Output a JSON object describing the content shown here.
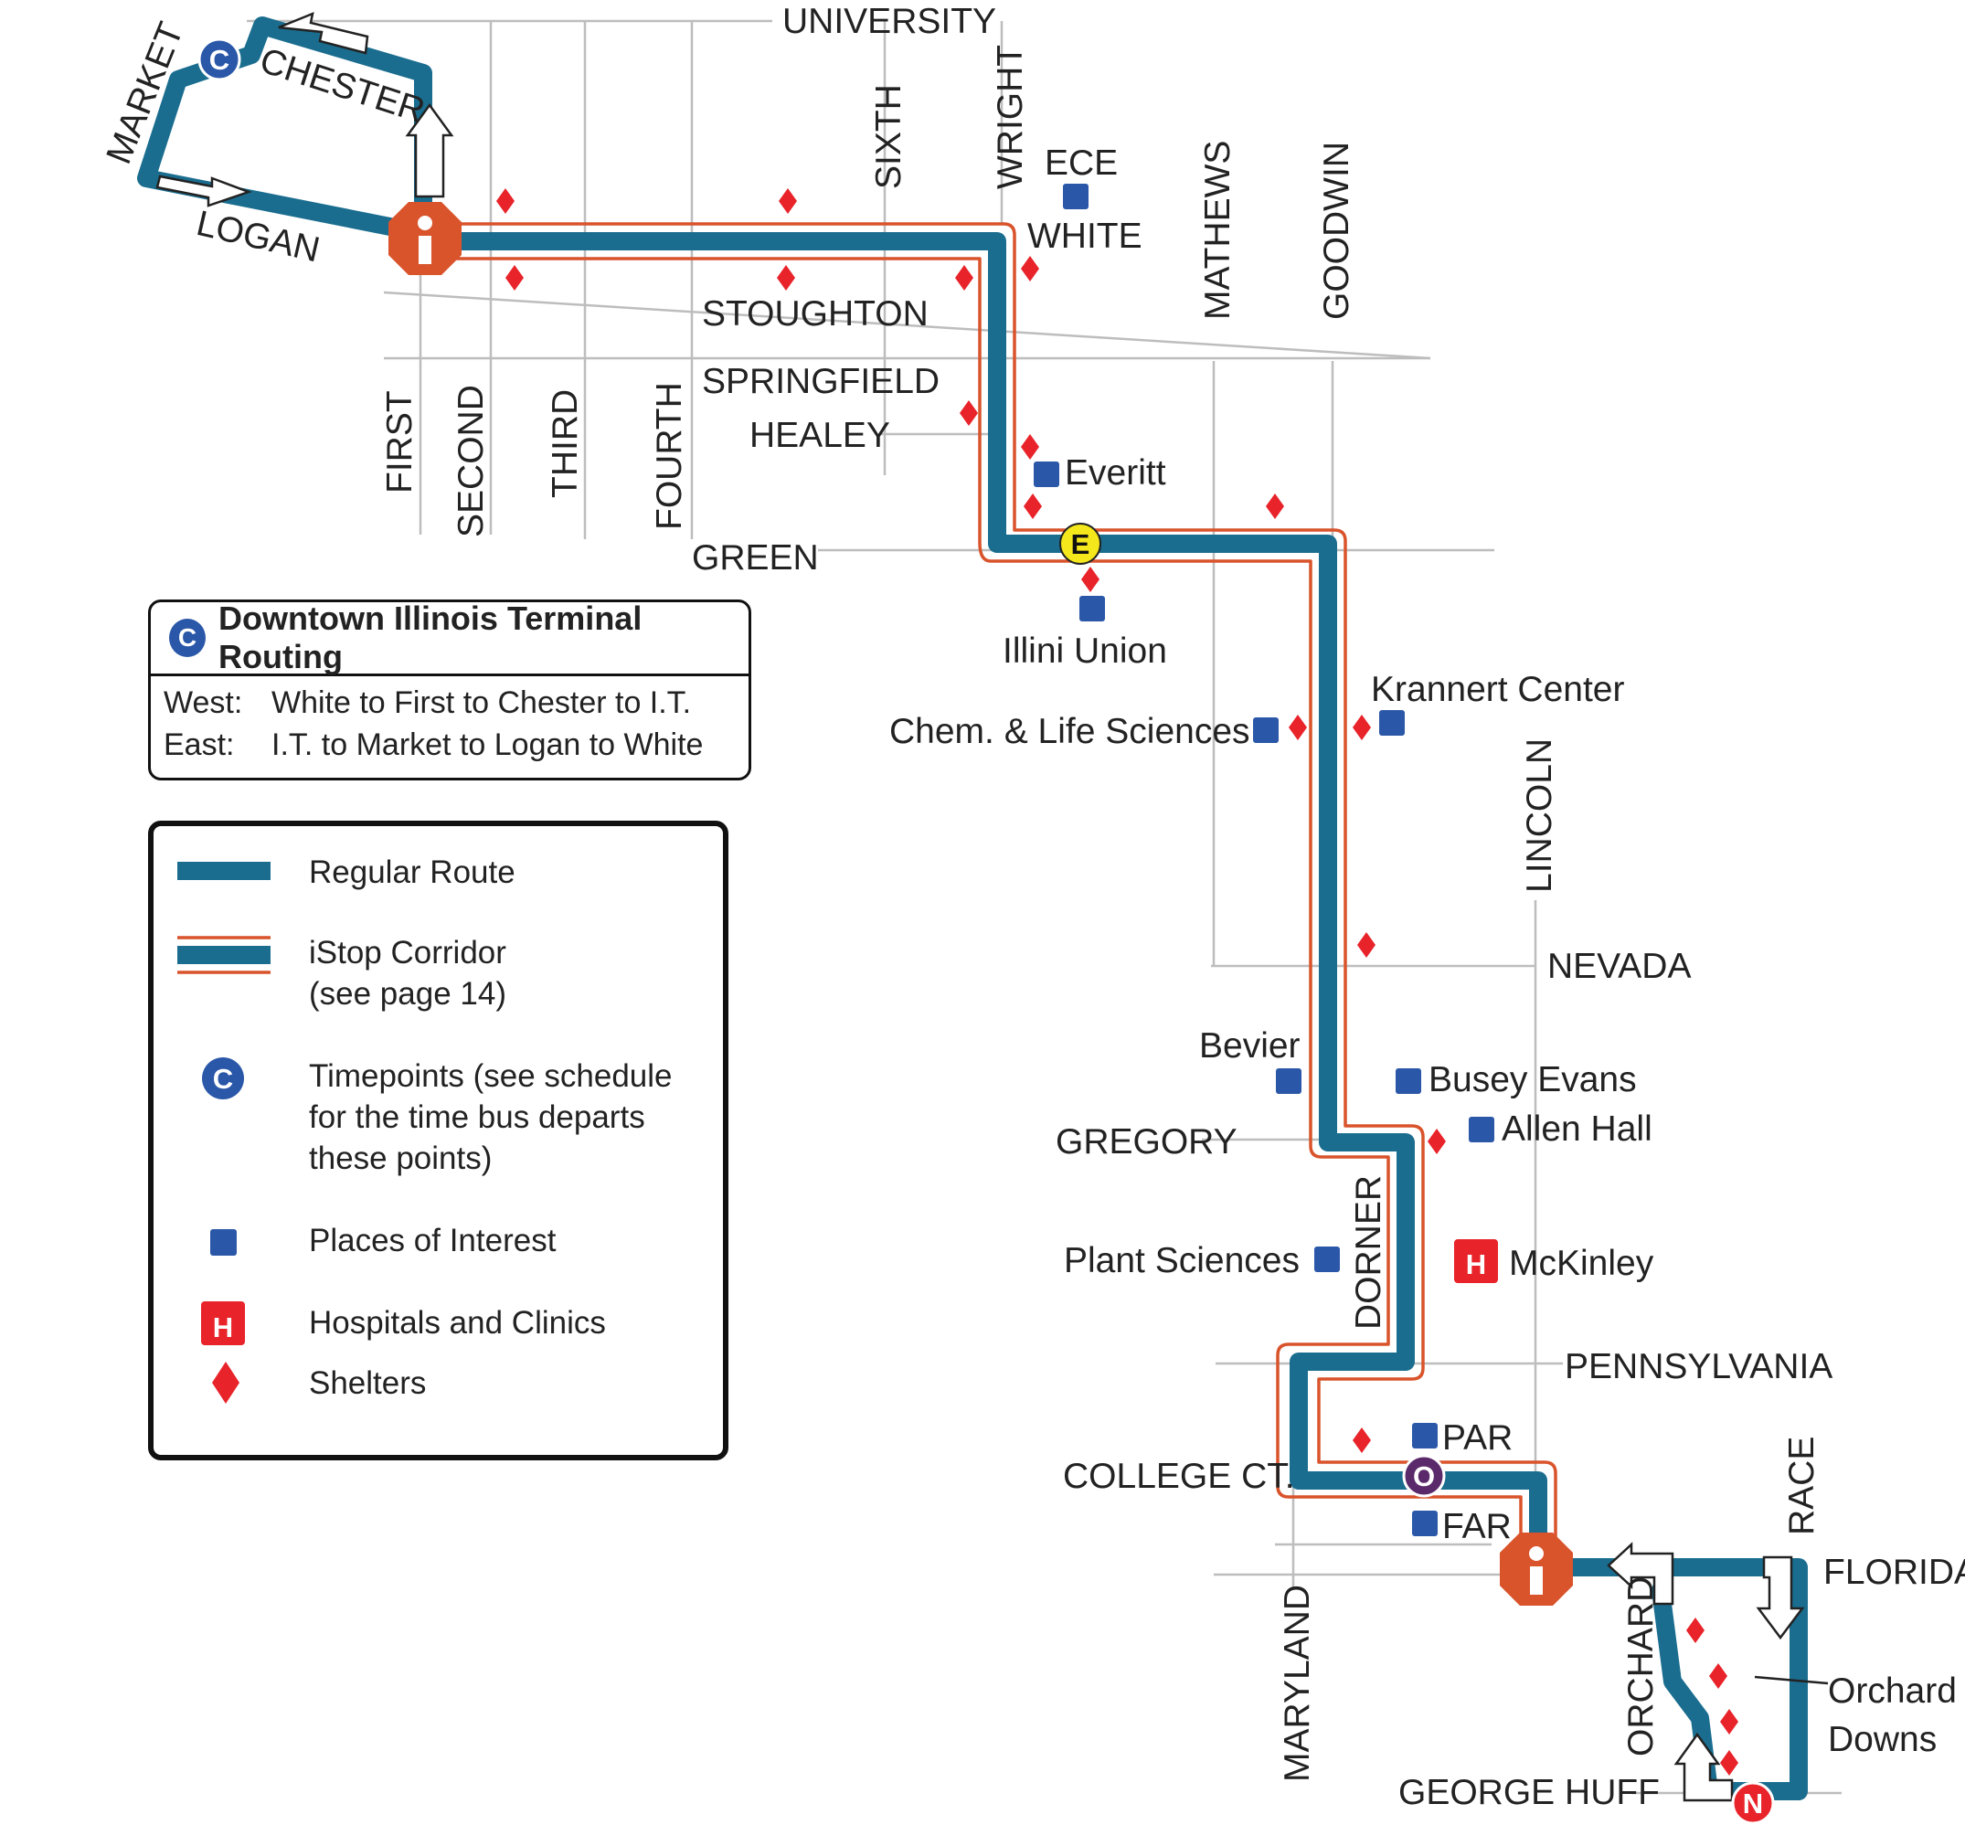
{
  "streets": {
    "university": "UNIVERSITY",
    "chester": "CHESTER",
    "market": "MARKET",
    "logan": "LOGAN",
    "sixth": "SIXTH",
    "wright": "WRIGHT",
    "white": "WHITE",
    "stoughton": "STOUGHTON",
    "springfield": "SPRINGFIELD",
    "healey": "HEALEY",
    "mathews": "MATHEWS",
    "goodwin": "GOODWIN",
    "first": "FIRST",
    "second": "SECOND",
    "third": "THIRD",
    "fourth": "FOURTH",
    "green": "GREEN",
    "lincoln": "LINCOLN",
    "nevada": "NEVADA",
    "gregory": "GREGORY",
    "dorner": "DORNER",
    "pennsylvania": "PENNSYLVANIA",
    "college_ct": "COLLEGE CT.",
    "maryland": "MARYLAND",
    "orchard": "ORCHARD",
    "race": "RACE",
    "florida": "FLORIDA",
    "george_huff": "GEORGE HUFF"
  },
  "places": {
    "ece": "ECE",
    "everitt": "Everitt",
    "illini_union": "Illini Union",
    "chem_life": "Chem. & Life Sciences",
    "krannert": "Krannert Center",
    "bevier": "Bevier",
    "busey_evans": "Busey Evans",
    "allen_hall": "Allen Hall",
    "plant_sciences": "Plant Sciences",
    "mckinley": "McKinley",
    "par": "PAR",
    "far": "FAR",
    "orchard_downs_1": "Orchard",
    "orchard_downs_2": "Downs"
  },
  "timepoints": {
    "c": "C",
    "e": "E",
    "o": "O",
    "n": "N"
  },
  "hospital_glyph": "H",
  "routing_box": {
    "title": "Downtown Illinois Terminal Routing",
    "badge": "C",
    "west_key": "West:",
    "west_value": "White to First to Chester to I.T.",
    "east_key": "East:",
    "east_value": "I.T. to Market to Logan to White"
  },
  "legend": {
    "regular_route": "Regular Route",
    "istop_line1": "iStop Corridor",
    "istop_line2": "(see page 14)",
    "timepoints_line1": "Timepoints (see schedule",
    "timepoints_line2": "for the time bus departs",
    "timepoints_line3": "these points)",
    "timepoints_badge": "C",
    "places": "Places of  Interest",
    "hospitals": "Hospitals and Clinics",
    "hospital_badge": "H",
    "shelters": "Shelters"
  },
  "colors": {
    "route": "#1a6d8f",
    "corridor": "#d9532b",
    "shelter": "#e8232a",
    "place": "#2a57a8",
    "timepoint_c": "#2a57a8",
    "timepoint_e": "#f4e71c",
    "timepoint_o": "#5a2a6b",
    "timepoint_n": "#e8232a",
    "terminal": "#d9532b",
    "street": "#bdbdbd"
  },
  "icons": {
    "terminal": "info-octagon-icon",
    "arrow": "direction-arrow-icon",
    "shelter": "diamond-icon",
    "place": "square-icon",
    "hospital": "hospital-h-icon"
  }
}
